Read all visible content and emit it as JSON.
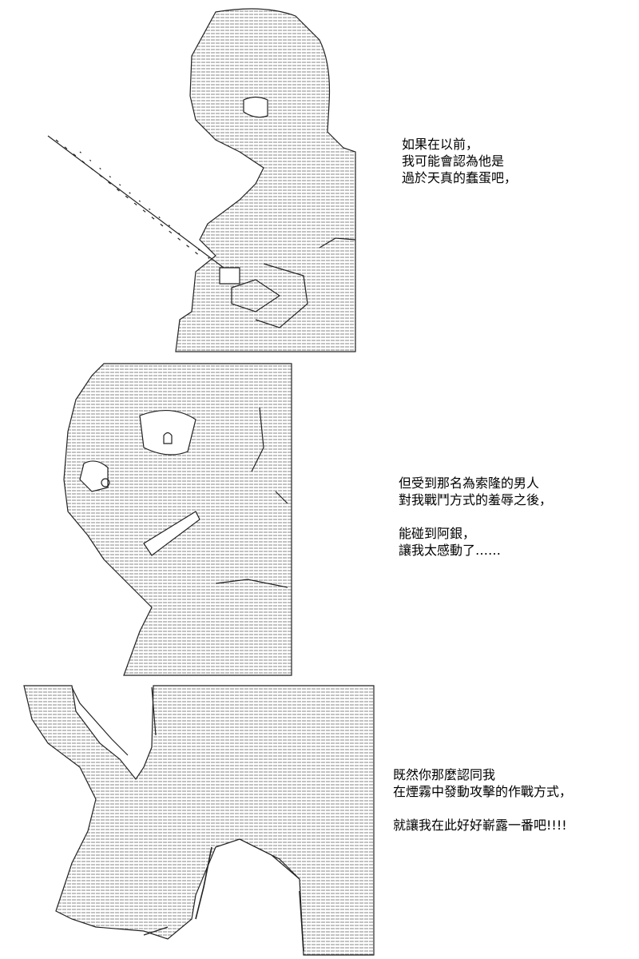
{
  "panels": [
    {
      "lines": [
        "如果在以前，",
        "我可能會認為他是",
        "過於天真的蠢蛋吧，"
      ]
    },
    {
      "lines": [
        "但受到那名為索隆的男人",
        "對我戰鬥方式的羞辱之後，",
        "",
        "能碰到阿銀，",
        "讓我太感動了……"
      ]
    },
    {
      "lines": [
        "既然你那麼認同我",
        "在煙霧中發動攻擊的作戰方式，",
        "",
        "就讓我在此好好嶄露一番吧!!!!"
      ]
    }
  ],
  "colors": {
    "background": "#ffffff",
    "ink": "#000000",
    "hatch": "#555555"
  }
}
